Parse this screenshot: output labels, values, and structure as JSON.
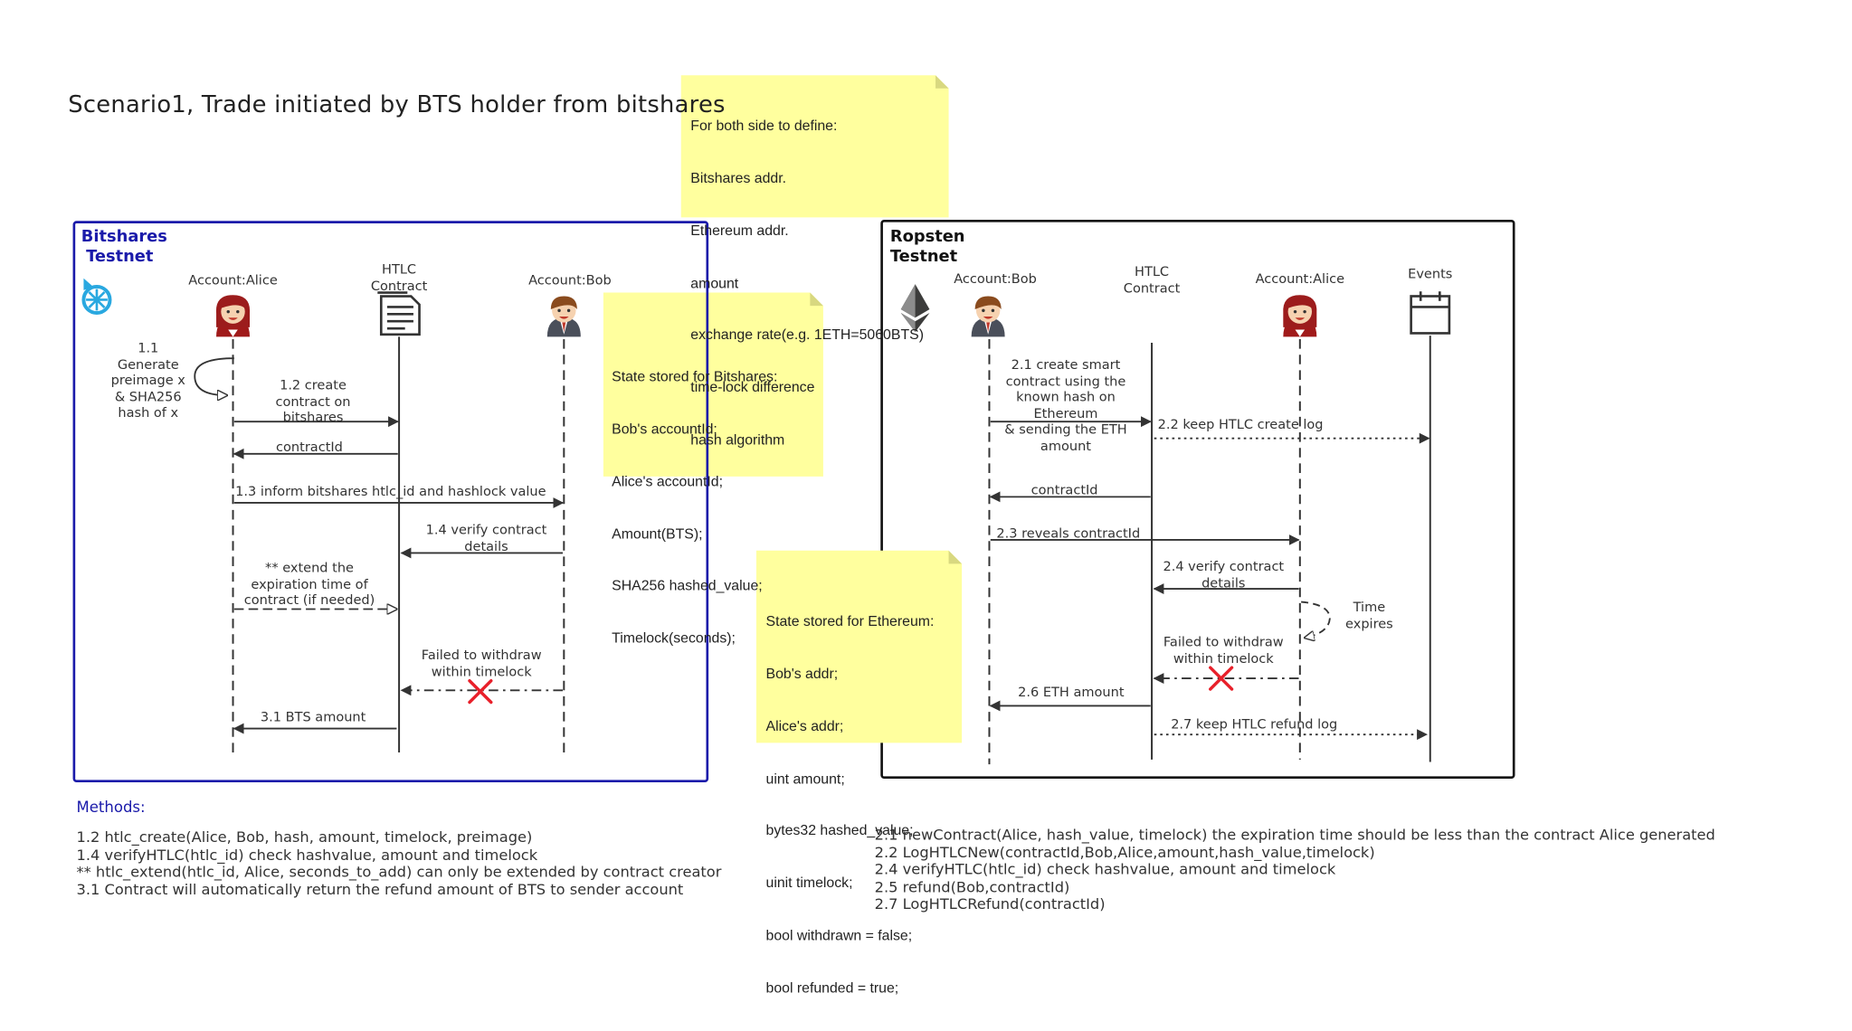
{
  "title": "Scenario1, Trade initiated by BTS holder from bitshares",
  "colors": {
    "note_background": "#ffff9e",
    "bitshares_frame": "#1a1aaa",
    "ropsten_frame": "#111111",
    "cross_mark": "#e8202a",
    "line": "#333333"
  },
  "top_note": {
    "lines": [
      "For both side to define:",
      "Bitshares addr.",
      "Ethereum addr.",
      "amount",
      "exchange rate(e.g. 1ETH=5060BTS)",
      "time-lock difference",
      "hash algorithm"
    ]
  },
  "bitshares": {
    "title_lines": [
      "Bitshares",
      "Testnet"
    ],
    "logo_icon": "bitshares-logo-icon",
    "lifelines": {
      "alice": {
        "label": "Account:Alice",
        "icon": "alice-avatar-icon"
      },
      "htlc": {
        "label_lines": [
          "HTLC",
          "Contract"
        ],
        "icon": "contract-document-icon"
      },
      "bob": {
        "label": "Account:Bob",
        "icon": "bob-avatar-icon"
      }
    },
    "messages": {
      "m1_1": [
        "1.1",
        "Generate",
        "preimage x",
        "& SHA256",
        "hash of x"
      ],
      "m1_2": [
        "1.2 create",
        "contract on",
        "bitshares"
      ],
      "contract_id": "contractId",
      "m1_3": "1.3 inform bitshares htlc_id and hashlock value",
      "m1_4": [
        "1.4 verify contract",
        "details"
      ],
      "extend": [
        "** extend the",
        "expiration time of",
        "contract (if needed)"
      ],
      "failed": [
        "Failed to withdraw",
        "within timelock"
      ],
      "m3_1": "3.1 BTS amount"
    },
    "state_note": {
      "lines": [
        "State stored for Bitshares:",
        "Bob's accountId;",
        "Alice's accountId;",
        "Amount(BTS);",
        "SHA256 hashed_value;",
        "Timelock(seconds);"
      ]
    }
  },
  "ropsten": {
    "title_lines": [
      "Ropsten",
      "Testnet"
    ],
    "logo_icon": "ethereum-logo-icon",
    "lifelines": {
      "bob": {
        "label": "Account:Bob",
        "icon": "bob-avatar-icon"
      },
      "htlc": {
        "label_lines": [
          "HTLC",
          "Contract"
        ]
      },
      "alice": {
        "label": "Account:Alice",
        "icon": "alice-avatar-icon"
      },
      "events": {
        "label": "Events",
        "icon": "calendar-icon"
      }
    },
    "messages": {
      "m2_1": [
        "2.1 create smart",
        "contract using the",
        "known hash on",
        "Ethereum",
        "& sending the ETH",
        "amount"
      ],
      "m2_2": "2.2 keep HTLC create log",
      "contract_id": "contractId",
      "m2_3": "2.3 reveals contractId",
      "m2_4": [
        "2.4 verify contract",
        "details"
      ],
      "time_expires": [
        "Time",
        "expires"
      ],
      "failed": [
        "Failed to withdraw",
        "within timelock"
      ],
      "m2_6": "2.6 ETH amount",
      "m2_7": "2.7 keep HTLC refund log"
    },
    "state_note": {
      "lines": [
        "State stored for Ethereum:",
        "Bob's addr;",
        "Alice's addr;",
        "uint amount;",
        "bytes32 hashed_value;",
        "uinit timelock;",
        "bool withdrawn = false;",
        "bool refunded = true;"
      ]
    }
  },
  "methods": {
    "title": "Methods:",
    "left": [
      "1.2 htlc_create(Alice, Bob, hash, amount, timelock, preimage)",
      "1.4 verifyHTLC(htlc_id) check hashvalue, amount and timelock",
      "** htlc_extend(htlc_id, Alice, seconds_to_add) can only be extended by contract creator",
      "3.1 Contract will automatically return the refund amount of BTS to sender account"
    ],
    "right": [
      "2.1 newContract(Alice, hash_value, timelock) the expiration time should be less than the contract Alice generated",
      "2.2 LogHTLCNew(contractId,Bob,Alice,amount,hash_value,timelock)",
      "2.4 verifyHTLC(htlc_id) check hashvalue, amount and timelock",
      "2.5 refund(Bob,contractId)",
      "2.7 LogHTLCRefund(contractId)"
    ]
  }
}
